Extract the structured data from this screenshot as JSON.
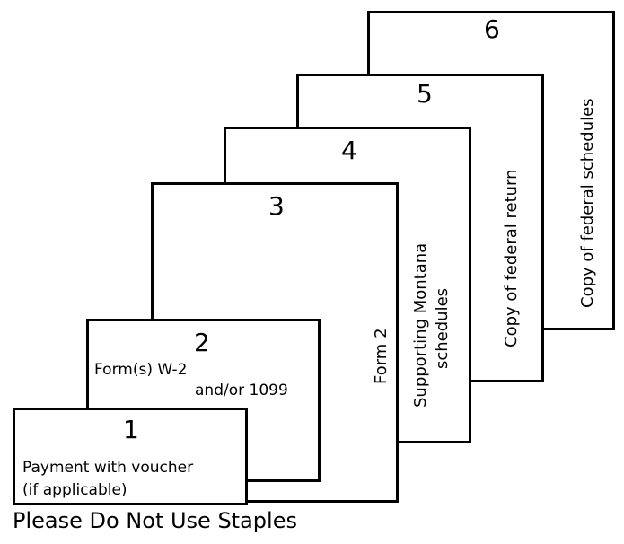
{
  "sheets": [
    {
      "number": "6",
      "label": "Copy of federal schedules"
    },
    {
      "number": "5",
      "label": "Copy of federal return"
    },
    {
      "number": "4",
      "label_line1": "Supporting Montana",
      "label_line2": "schedules"
    },
    {
      "number": "3",
      "label": "Form 2"
    },
    {
      "number": "2",
      "label_line1": "Form(s) W-2",
      "label_line2": "and/or 1099"
    },
    {
      "number": "1",
      "label_line1": "Payment with voucher",
      "label_line2": "(if applicable)"
    }
  ],
  "footer": "Please Do Not Use Staples"
}
